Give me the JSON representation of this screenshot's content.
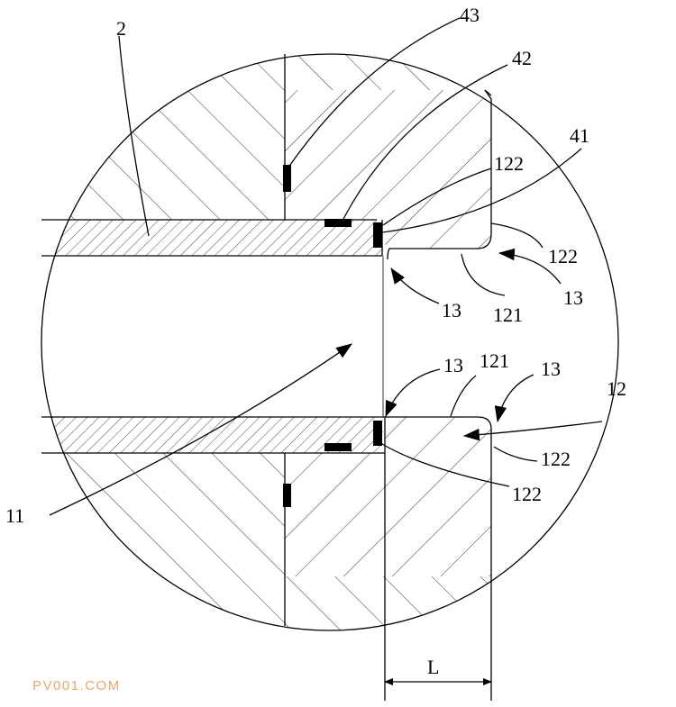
{
  "figure": {
    "labels": {
      "l43": "43",
      "l42": "42",
      "l41": "41",
      "l2": "2",
      "l122a": "122",
      "l122b": "122",
      "l13a": "13",
      "l121a": "121",
      "l13b": "13",
      "l13c": "13",
      "l121b": "121",
      "l13d": "13",
      "l12": "12",
      "l122c": "122",
      "l122d": "122",
      "l11": "11",
      "dimL": "L"
    },
    "watermark": "PV001.COM",
    "colors": {
      "line": "#000000",
      "background": "#ffffff",
      "watermark": "#e8a86a"
    }
  }
}
